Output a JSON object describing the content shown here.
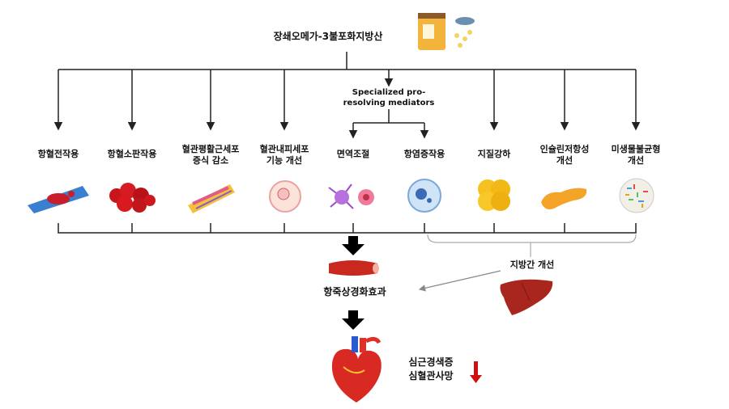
{
  "title": "장쇄오메가-3불포화지방산",
  "spm_line1": "Specialized pro-",
  "spm_line2": "resolving mediators",
  "effects": [
    {
      "l1": "항혈전작용",
      "l2": ""
    },
    {
      "l1": "항혈소판작용",
      "l2": ""
    },
    {
      "l1": "혈관평활근세포",
      "l2": "증식 감소"
    },
    {
      "l1": "혈관내피세포",
      "l2": "기능 개선"
    },
    {
      "l1": "면역조절",
      "l2": ""
    },
    {
      "l1": "항염증작용",
      "l2": ""
    },
    {
      "l1": "지질강하",
      "l2": ""
    },
    {
      "l1": "인슐린저항성",
      "l2": "개선"
    },
    {
      "l1": "미생물불균형",
      "l2": "개선"
    }
  ],
  "liver_label": "지방간 개선",
  "atherosclerosis": "항죽상경화효과",
  "outcome1": "심근경색증",
  "outcome2": "심혈관사망"
}
